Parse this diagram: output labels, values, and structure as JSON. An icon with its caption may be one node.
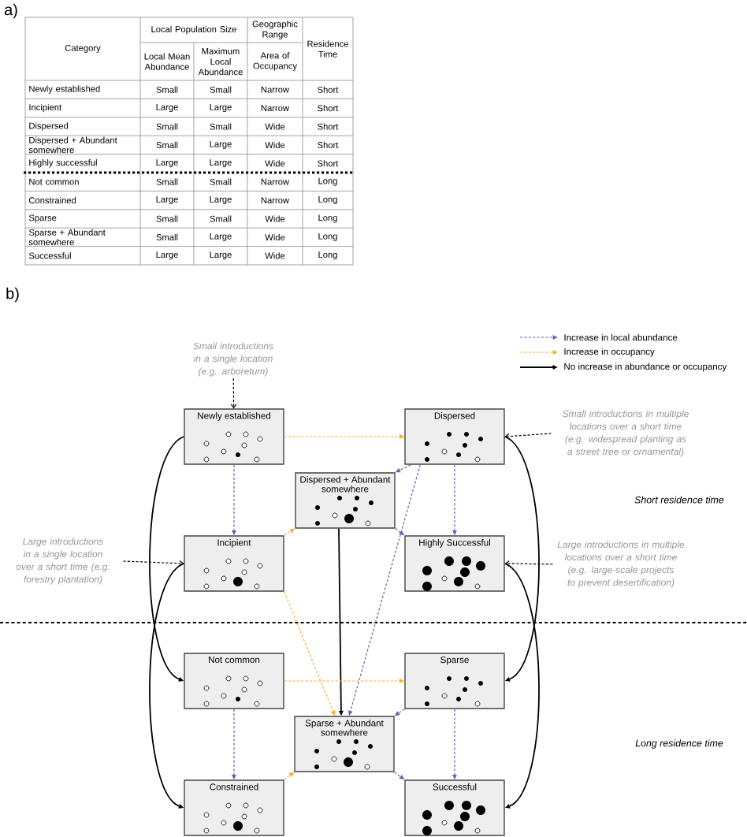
{
  "diagram": {
    "nodes": [
      {
        "text": [
          "Newly established"
        ]
      },
      {
        "text": [
          "Dispersed"
        ]
      },
      {
        "text": [
          "Dispersed + Abundant somewhere"
        ]
      },
      {
        "text": [
          "Incipient"
        ]
      },
      {
        "text": [
          "Highly Successful"
        ]
      },
      {
        "text": [
          "Not common"
        ]
      },
      {
        "text": [
          "Sparse"
        ]
      },
      {
        "text": [
          "Sparse + Abundant somewhere"
        ]
      },
      {
        "text": [
          "Constrained"
        ]
      },
      {
        "text": [
          "Successful"
        ]
      },
      {
        "text": [
          "Small introductions in a single location (e.g. arboretum)"
        ]
      },
      {
        "text": [
          "Small introductions in multiple locations over a short time (e.g. widespread planting as a street tree or ornamental)"
        ]
      },
      {
        "text": [
          "Large introductions in a single location over a short time (e.g. forestry plantation)"
        ]
      },
      {
        "text": [
          "Large introductions in multiple locations over a short time (e.g. large-scale projects to prevent desertification)"
        ]
      }
    ],
    "edges": [
      {
        "from": 10,
        "to": 0,
        "arrow": "to",
        "style": "dashed"
      },
      {
        "from": 11,
        "to": 1,
        "arrow": "to",
        "style": "dashed"
      },
      {
        "from": 12,
        "to": 3,
        "arrow": "to",
        "style": "dashed"
      },
      {
        "from": 13,
        "to": 4,
        "arrow": "to",
        "style": "dashed"
      },
      {
        "from": 0,
        "to": 1,
        "arrow": "to",
        "style": "dashed",
        "color": "#f2b134"
      },
      {
        "from": 0,
        "to": 3,
        "arrow": "to",
        "style": "dashed",
        "color": "#6b5fb5"
      },
      {
        "from": 1,
        "to": 2,
        "arrow": "to",
        "style": "dashed",
        "color": "#6b5fb5"
      },
      {
        "from": 1,
        "to": 4,
        "arrow": "to",
        "style": "dashed",
        "color": "#6b5fb5"
      },
      {
        "from": 3,
        "to": 2,
        "arrow": "to",
        "style": "dashed",
        "color": "#f2b134"
      },
      {
        "from": 2,
        "to": 4,
        "arrow": "to",
        "style": "dashed",
        "color": "#6b5fb5"
      },
      {
        "from": 2,
        "to": 7,
        "arrow": "to"
      },
      {
        "from": 1,
        "to": 7,
        "arrow": "to",
        "style": "dashed",
        "color": "#6b5fb5"
      },
      {
        "from": 3,
        "to": 7,
        "arrow": "to",
        "style": "dashed",
        "color": "#f2b134"
      },
      {
        "from": 0,
        "to": 5,
        "arrow": "to"
      },
      {
        "from": 3,
        "to": 8,
        "arrow": "to"
      },
      {
        "from": 1,
        "to": 6,
        "arrow": "to"
      },
      {
        "from": 4,
        "to": 9,
        "arrow": "to"
      },
      {
        "from": 5,
        "to": 6,
        "arrow": "to",
        "style": "dashed",
        "color": "#f2b134"
      },
      {
        "from": 5,
        "to": 8,
        "arrow": "to",
        "style": "dashed",
        "color": "#6b5fb5"
      },
      {
        "from": 6,
        "to": 7,
        "arrow": "to",
        "style": "dashed",
        "color": "#6b5fb5"
      },
      {
        "from": 6,
        "to": 9,
        "arrow": "to",
        "style": "dashed",
        "color": "#6b5fb5"
      },
      {
        "from": 8,
        "to": 7,
        "arrow": "to",
        "style": "dashed",
        "color": "#f2b134"
      },
      {
        "from": 7,
        "to": 9,
        "arrow": "to",
        "style": "dashed",
        "color": "#6b5fb5"
      }
    ],
    "labels": [
      "a)",
      "Category",
      "Local Population Size",
      "Geographic Range",
      "Residence Time",
      "Local Mean Abundance",
      "Maximum Local Abundance",
      "Area of Occupancy",
      "Newly established",
      "Small",
      "Small",
      "Narrow",
      "Short",
      "Incipient",
      "Large",
      "Large",
      "Narrow",
      "Short",
      "Dispersed",
      "Small",
      "Small",
      "Wide",
      "Short",
      "Dispersed + Abundant somewhere",
      "Small",
      "Large",
      "Wide",
      "Short",
      "Highly successful",
      "Large",
      "Large",
      "Wide",
      "Short",
      "Not common",
      "Small",
      "Small",
      "Narrow",
      "Long",
      "Constrained",
      "Large",
      "Large",
      "Narrow",
      "Long",
      "Sparse",
      "Small",
      "Small",
      "Wide",
      "Long",
      "Sparse + Abundant somewhere",
      "Small",
      "Large",
      "Wide",
      "Long",
      "Successful",
      "Large",
      "Large",
      "Wide",
      "Long",
      "b)",
      "Short residence time",
      "Long residence time"
    ],
    "legend": [
      {
        "text": "Increase in local abundance"
      },
      {
        "text": "Increase in occupancy"
      },
      {
        "text": "No increase in abundance or occupancy"
      }
    ]
  }
}
